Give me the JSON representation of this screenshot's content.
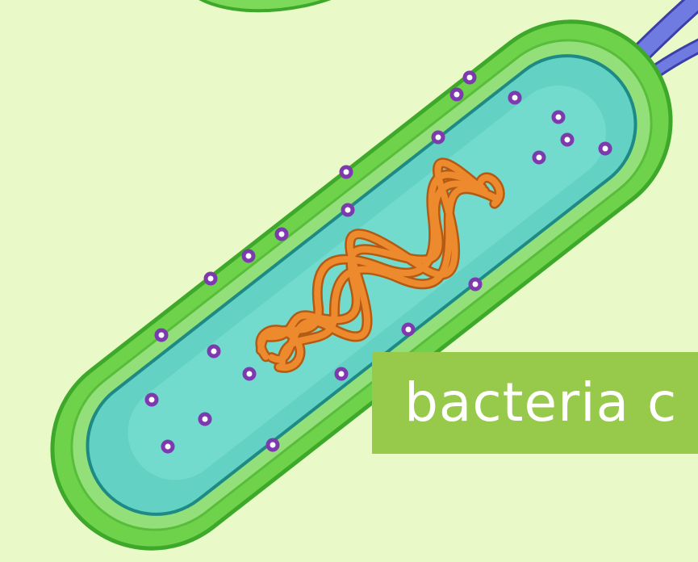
{
  "label": {
    "text": "bacteria c"
  },
  "colors": {
    "background": "#EAF9C8",
    "cell_wall": "#6ED24A",
    "cell_wall_light": "#93E07A",
    "outline": "#3DA82A",
    "cytoplasm": "#63D2C4",
    "cytoplasm_light": "#7BE0D3",
    "dna": "#EE8A2E",
    "ribosome": "#7C3AAE",
    "flagellum": "#6F7BE0",
    "label_band": "#97C94A"
  },
  "icons": [
    "bacterium-cell",
    "nucleoid-dna",
    "ribosome",
    "flagellum"
  ]
}
